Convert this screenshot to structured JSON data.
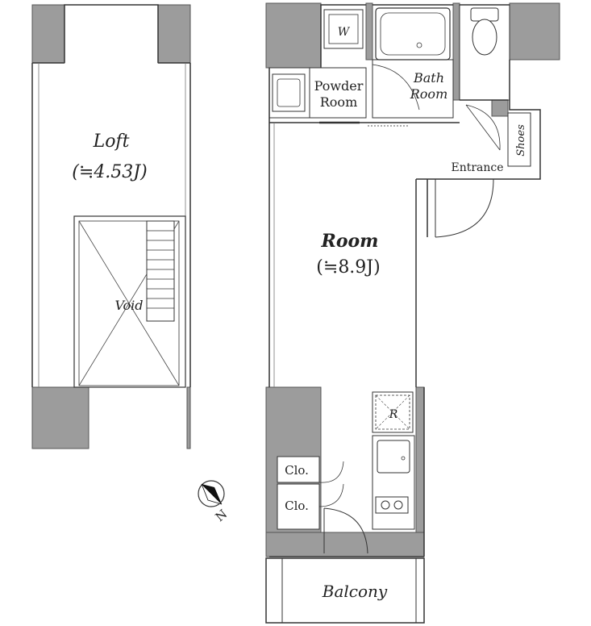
{
  "loft": {
    "name": "Loft",
    "area": "(≒4.53J)",
    "void_label": "Void"
  },
  "rooms": {
    "room_name": "Room",
    "room_area": "(≒8.9J)",
    "powder_room": [
      "Powder",
      "Room"
    ],
    "bath_room": [
      "Bath",
      "Room"
    ],
    "washer": "W",
    "entrance": "Entrance",
    "shoes": "Shoes",
    "refrigerator": "R",
    "closet_upper": "Clo.",
    "closet_lower": "Clo.",
    "balcony": "Balcony"
  },
  "compass": {
    "north": "N"
  },
  "colors": {
    "wall_fill": "#9c9c9c",
    "wall_stroke": "#555555",
    "line": "#333333"
  }
}
